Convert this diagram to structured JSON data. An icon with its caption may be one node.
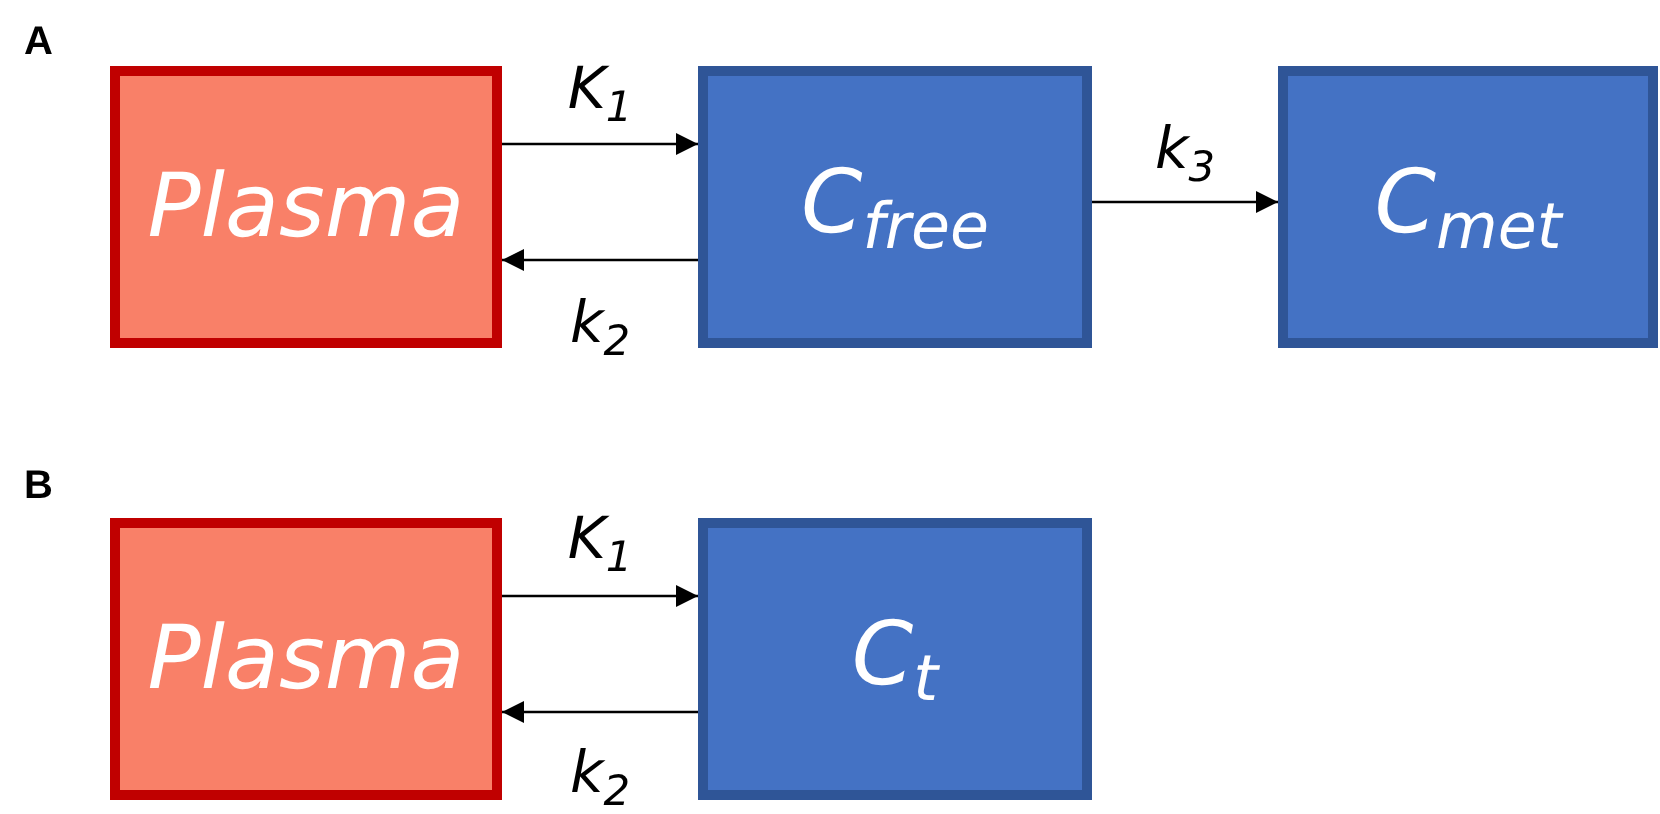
{
  "diagram": {
    "nodes": [
      {
        "text": [
          "Plasma"
        ]
      },
      {
        "text": [
          "C$_{free}$"
        ]
      },
      {
        "text": [
          "C$_{met}$"
        ]
      },
      {
        "text": [
          "Plasma"
        ]
      },
      {
        "text": [
          "C$_{t}$"
        ]
      }
    ],
    "edges": [
      {
        "from": 0,
        "to": 1,
        "arrow": "to",
        "label": "K$_{1}$"
      },
      {
        "from": 1,
        "to": 0,
        "arrow": "to",
        "label": "k$_{2}$"
      },
      {
        "from": 1,
        "to": 2,
        "arrow": "to",
        "label": "k$_{3}$"
      },
      {
        "from": 3,
        "to": 4,
        "arrow": "to",
        "label": "K$_{1}$"
      },
      {
        "from": 4,
        "to": 3,
        "arrow": "to",
        "label": "k$_{2}$"
      }
    ],
    "labels": [
      "A",
      "B"
    ]
  }
}
